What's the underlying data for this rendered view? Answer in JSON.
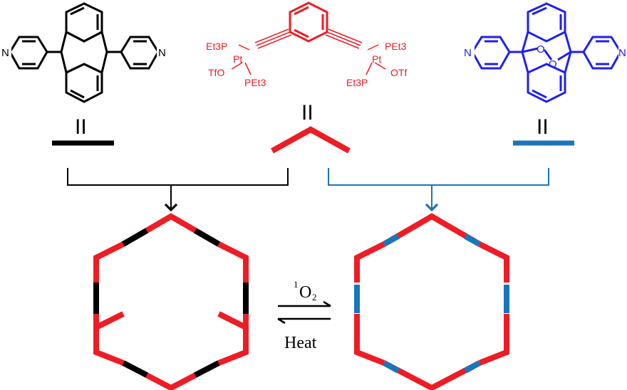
{
  "colors": {
    "black": "#000000",
    "red": "#ee1c25",
    "blue": "#1f1ff0",
    "steel_blue": "#1b75bb"
  },
  "molecules": {
    "left": {
      "n_left": "N",
      "n_right": "N"
    },
    "center": {
      "pt_left": "Pt",
      "pt_right": "Pt",
      "et3p_left": "Et3P",
      "tfo_left": "TfO",
      "pet3_left": "PEt3",
      "pet3_right": "PEt3",
      "et3p_right": "Et3P",
      "otf_right": "OTf"
    },
    "right": {
      "n_left": "N",
      "n_right": "N",
      "o_top": "O",
      "o_bottom": "O"
    }
  },
  "equals_sign": "II",
  "reaction": {
    "forward_reagent_sup": "1",
    "forward_reagent_main": "O",
    "forward_reagent_sub": "2",
    "reverse_label": "Heat"
  }
}
